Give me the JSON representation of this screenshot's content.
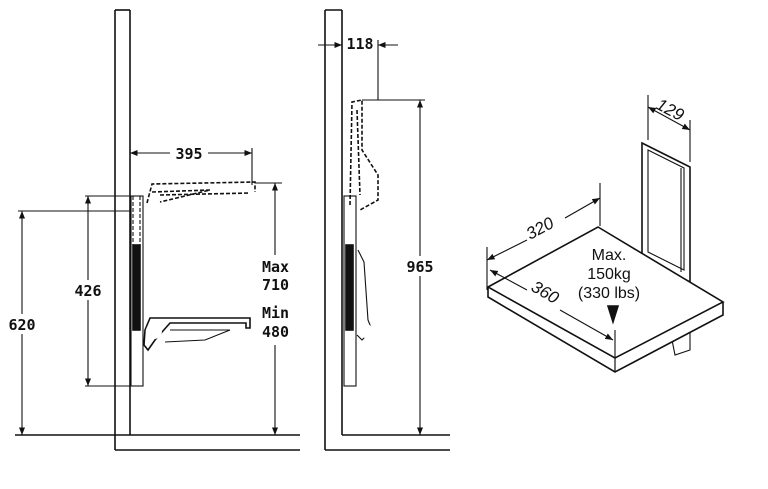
{
  "side_view_left": {
    "depth_label": "395",
    "rail_height_label": "426",
    "mount_height_label": "620",
    "max_label": "Max",
    "max_value": "710",
    "min_label": "Min",
    "min_value": "480"
  },
  "side_view_folded": {
    "folded_depth_label": "118",
    "folded_height_label": "965"
  },
  "isometric_view": {
    "backrest_width_label": "129",
    "seat_depth_label": "320",
    "seat_width_label": "360",
    "load_line1": "Max.",
    "load_line2": "150kg",
    "load_line3": "(330  lbs)"
  }
}
